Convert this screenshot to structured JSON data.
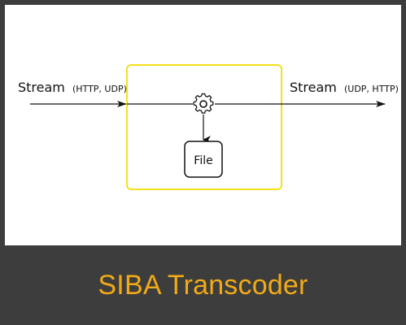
{
  "diagram": {
    "input": {
      "label": "Stream",
      "protocols": "(HTTP, UDP)"
    },
    "output": {
      "label": "Stream",
      "protocols": "(UDP, HTTP)"
    },
    "file_label": "File",
    "gear_icon": "gear-icon",
    "colors": {
      "box_border": "#f3e21a",
      "line": "#111111"
    }
  },
  "caption": {
    "title": "SIBA Transcoder",
    "color": "#f2aa16"
  },
  "colors": {
    "frame": "#3d3d3d",
    "canvas": "#ffffff"
  }
}
